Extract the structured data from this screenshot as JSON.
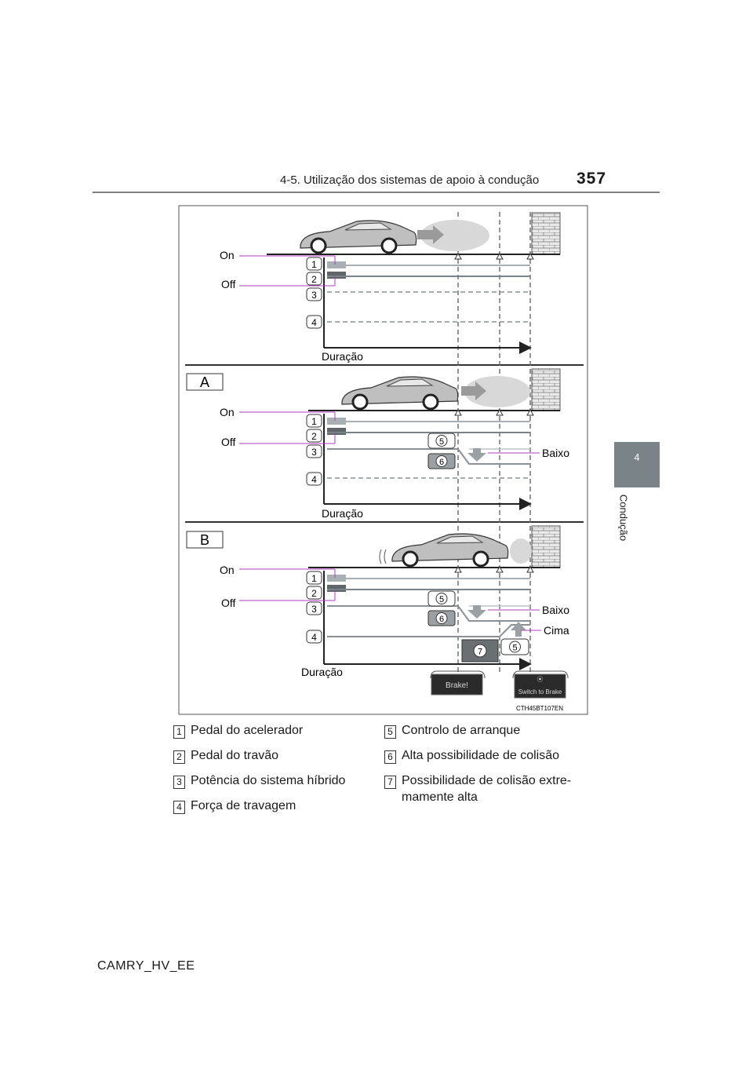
{
  "header": {
    "section_title": "4-5. Utilização dos sistemas de apoio à condução",
    "page_number": "357"
  },
  "side_tab": {
    "chapter_number": "4",
    "chapter_label": "Condução"
  },
  "figure": {
    "code": "CTH45BT107EN",
    "panel_labels": {
      "a": "A",
      "b": "B"
    },
    "on_label": "On",
    "off_label": "Off",
    "time_label": "Duração",
    "low_label": "Baixo",
    "high_label": "Cima",
    "brake_display": "Brake!",
    "switch_display": "Switch to Brake",
    "markers": [
      "1",
      "2",
      "3",
      "4",
      "5",
      "6",
      "7"
    ]
  },
  "legend": [
    {
      "num": "1",
      "text": "Pedal do acelerador"
    },
    {
      "num": "2",
      "text": "Pedal do travão"
    },
    {
      "num": "3",
      "text": "Potência do sistema híbrido"
    },
    {
      "num": "4",
      "text": "Força de travagem"
    },
    {
      "num": "5",
      "text": "Controlo de arranque"
    },
    {
      "num": "6",
      "text": "Alta possibilidade de colisão"
    },
    {
      "num": "7",
      "text": "Possibilidade de colisão extre-mamente alta"
    }
  ],
  "footer": {
    "doc_code": "CAMRY_HV_EE"
  },
  "colors": {
    "accent": "#b03ac0",
    "panel_gray": "#7a8488",
    "dark_gray": "#6a6f72"
  }
}
